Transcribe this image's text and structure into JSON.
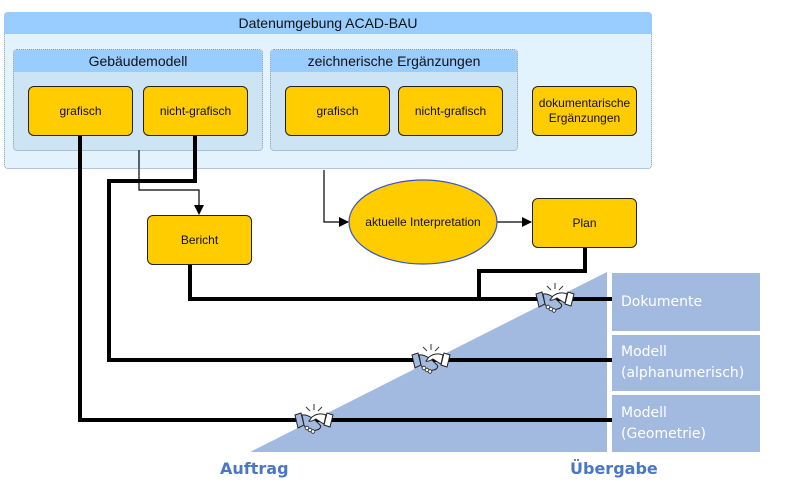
{
  "environment": {
    "title": "Datenumgebung ACAD-BAU",
    "groups": [
      {
        "title": "Gebäudemodell",
        "items": [
          "grafisch",
          "nicht-grafisch"
        ]
      },
      {
        "title": "zeichnerische Ergänzungen",
        "items": [
          "grafisch",
          "nicht-grafisch"
        ]
      }
    ],
    "standalone_item": "dokumentarische Ergänzungen",
    "standalone_item_lines": [
      "dokumentarische",
      "Ergänzungen"
    ]
  },
  "flow": {
    "report": "Bericht",
    "interpretation": "aktuelle Interpretation",
    "plan": "Plan"
  },
  "deliverables": {
    "panels": [
      {
        "line1": "Dokumente",
        "line2": ""
      },
      {
        "line1": "Modell",
        "line2": "(alphanumerisch)"
      },
      {
        "line1": "Modell",
        "line2": "(Geometrie)"
      }
    ],
    "handshake_icon": "handshake-icon",
    "start_label": "Auftrag",
    "end_label": "Übergabe"
  },
  "colors": {
    "box_fill": "#ffcc00",
    "header_blue": "#99ccff",
    "container_bg": "#e3f3fe",
    "group_bg": "#cce4f4",
    "wedge_blue": "#a2b9e0",
    "label_blue": "#4a76c4",
    "ellipse_stroke": "#3355cc"
  }
}
